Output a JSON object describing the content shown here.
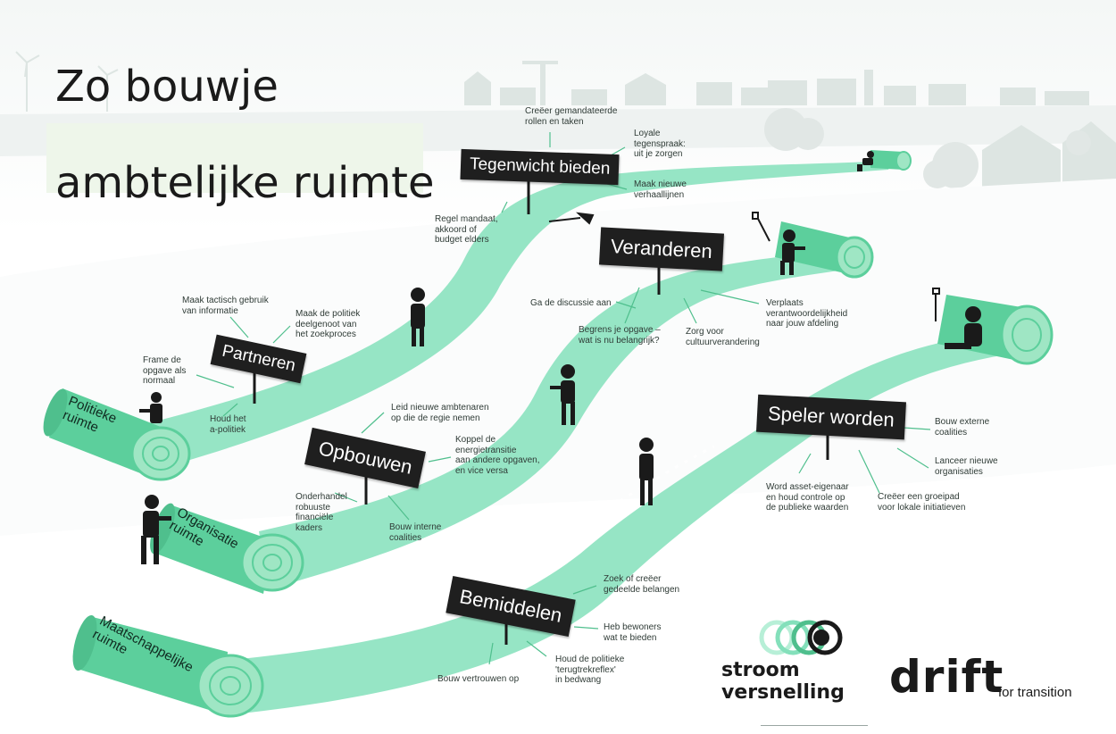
{
  "title_lines": [
    "Zo bouwje",
    "ambtelijke  ruimte"
  ],
  "colors": {
    "path": "#84e0bb",
    "path_light": "#b7efd7",
    "roll": "#5ccf9c",
    "roll_end": "#9fe6c4",
    "sign": "#1f1f1f",
    "silhouette": "#1a1a1a",
    "scenery": "#d9e2df"
  },
  "rolls": [
    {
      "label": "Politieke\nruimte"
    },
    {
      "label": "Organisatie\nruimte"
    },
    {
      "label": "Maatschappelijke\nruimte"
    }
  ],
  "signs": {
    "tegenwicht": "Tegenwicht bieden",
    "veranderen": "Veranderen",
    "partneren": "Partneren",
    "opbouwen": "Opbouwen",
    "speler": "Speler worden",
    "bemiddelen": "Bemiddelen"
  },
  "notes": {
    "creeer_rollen": "Creëer gemandateerde\nrollen en taken",
    "loyale": "Loyale\ntegenspraak:\nuit je zorgen",
    "verhaallijnen": "Maak nieuwe\nverhaallijnen",
    "regel_mandaat": "Regel mandaat,\nakkoord of\nbudget elders",
    "ga_discussie": "Ga de discussie aan",
    "begrens": "Begrens je opgave –\nwat is nu belangrijk?",
    "zorg_cultuur": "Zorg voor\ncultuurverandering",
    "verplaats": "Verplaats\nverantwoordelijkheid\nnaar jouw afdeling",
    "maak_tactisch": "Maak tactisch gebruik\nvan informatie",
    "maak_politiek": "Maak de politiek\ndeelgenoot van\nhet zoekproces",
    "frame": "Frame de\nopgave als\nnormaal",
    "houd_apolitiek": "Houd het\na-politiek",
    "leid": "Leid nieuwe ambtenaren\nop die de regie nemen",
    "koppel": "Koppel de\nenergietransitie\naan andere opgaven,\nen vice versa",
    "onderhandel": "Onderhandel\nrobuuste\nfinanciële\nkaders",
    "bouw_interne": "Bouw interne\ncoalities",
    "bouw_externe": "Bouw externe\ncoalities",
    "lanceer": "Lanceer nieuwe\norganisaties",
    "word_asset": "Word asset-eigenaar\nen houd controle op\nde publieke waarden",
    "creeer_groeipad": "Creëer een groeipad\nvoor lokale initiatieven",
    "zoek": "Zoek of creëer\ngedeelde belangen",
    "heb_bewoners": "Heb bewoners\nwat te bieden",
    "houd_politieke": "Houd de politieke\n'terugtrekreflex'\nin bedwang",
    "bouw_vertrouwen": "Bouw vertrouwen op"
  },
  "logos": {
    "stroom": "stroom\nversnelling",
    "drift": "drift",
    "drift_tagline": "for transition"
  }
}
